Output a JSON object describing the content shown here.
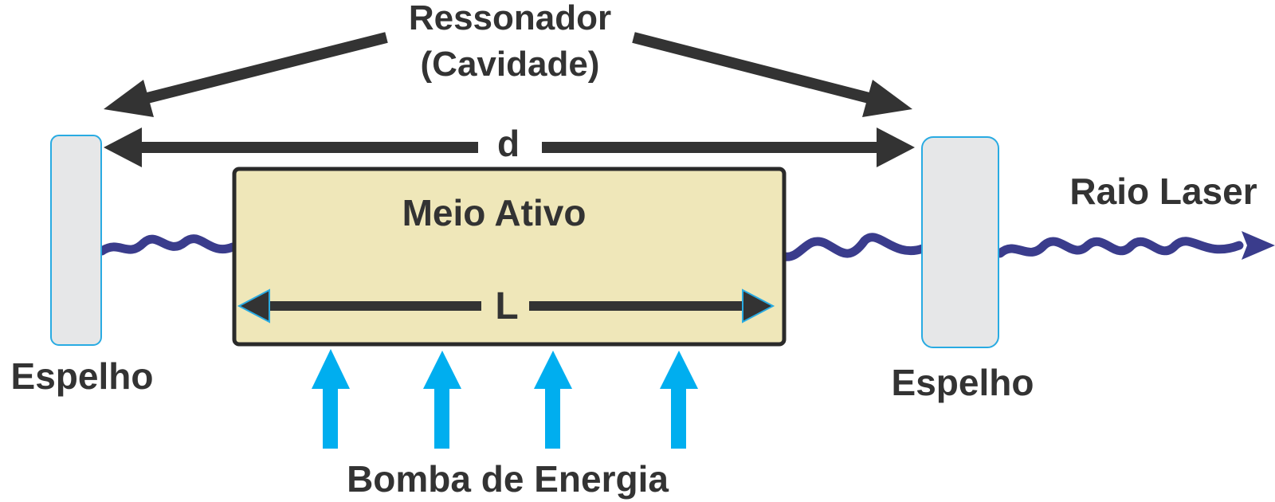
{
  "labels": {
    "resonator_line1": "Ressonador",
    "resonator_line2": "(Cavidade)",
    "distance": "d",
    "active_medium": "Meio Ativo",
    "length": "L",
    "mirror_left": "Espelho",
    "mirror_right": "Espelho",
    "laser_beam": "Raio Laser",
    "energy_pump": "Bomba de Energia"
  },
  "colors": {
    "text": "#333333",
    "arrow_dark": "#333333",
    "mirror_fill": "#E6E7E8",
    "mirror_stroke": "#29ABE2",
    "medium_fill": "#EFE7B9",
    "medium_stroke": "#2A2A2A",
    "wave": "#3A3C8C",
    "pump_arrow": "#00AEEF",
    "length_arrow_outline": "#29ABE2"
  },
  "icons": {
    "pump": "up-arrow-icon",
    "laser_tip": "arrowhead-icon"
  }
}
